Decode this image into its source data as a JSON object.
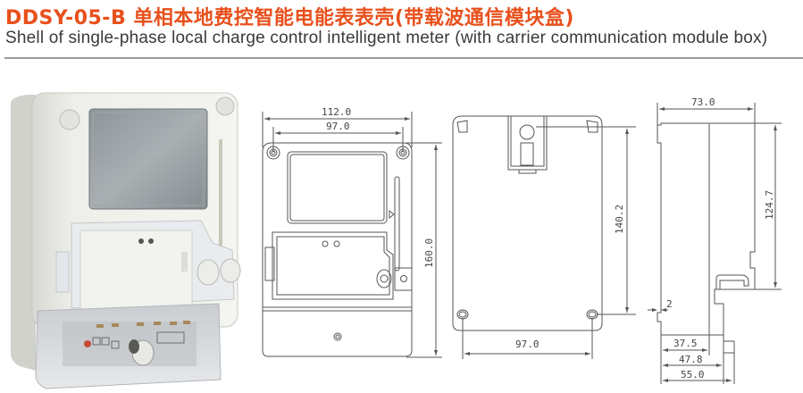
{
  "header": {
    "title_cn": "DDSY-05-B 单相本地费控智能电能表表壳(带载波通信模块盒)",
    "title_en": "Shell of single-phase local charge control intelligent meter (with carrier communication module box)",
    "accent_color": "#e8501c"
  },
  "photo": {
    "alt": "product-photo-meter-shell"
  },
  "front_view": {
    "dim_width_total": "112.0",
    "dim_width_holes": "97.0",
    "dim_height": "160.0"
  },
  "back_view": {
    "dim_height_holes": "140.2",
    "dim_width_holes": "97.0"
  },
  "side_view": {
    "dim_depth_total": "73.0",
    "dim_height": "124.7",
    "dim_lip": "2",
    "dim_depth_1": "37.5",
    "dim_depth_2": "47.8",
    "dim_depth_3": "55.0"
  }
}
